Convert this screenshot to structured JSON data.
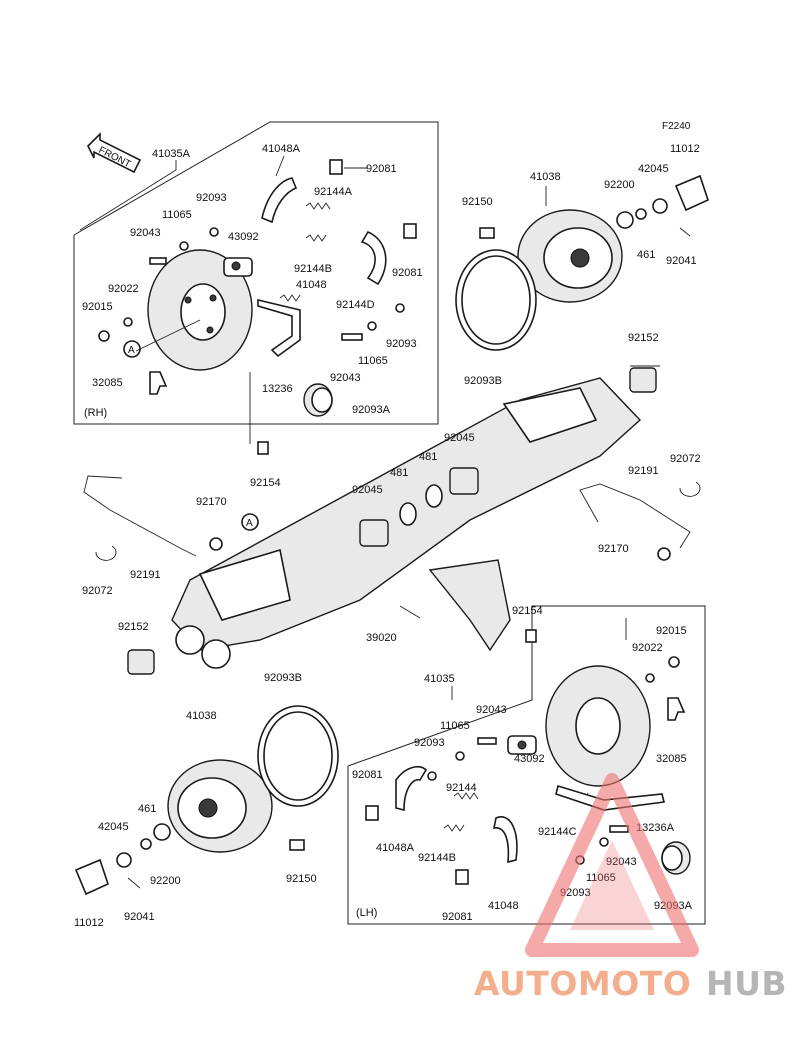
{
  "diagram_code": "F2240",
  "front_label": "FRONT",
  "rh_label": "(RH)",
  "lh_label": "(LH)",
  "ref_marker": "A",
  "labels": {
    "l41035A": "41035A",
    "l41048A_top": "41048A",
    "l92081_top1": "92081",
    "l92093_top": "92093",
    "l11065_top": "11065",
    "l92043_top": "92043",
    "l43092_top": "43092",
    "l92144A": "92144A",
    "l92144B_top": "92144B",
    "l92081_top2": "92081",
    "l41048_top": "41048",
    "l92144D": "92144D",
    "l92022_top": "92022",
    "l92015_top": "92015",
    "l92093_top2": "92093",
    "l11065_top2": "11065",
    "l92043_top2": "92043",
    "l32085_top": "32085",
    "l13236": "13236",
    "l92093A_top": "92093A",
    "l92154_top": "92154",
    "l41038_top": "41038",
    "l92150_top": "92150",
    "l92200_top": "92200",
    "l42045_top": "42045",
    "l11012_top": "11012",
    "l461_top": "461",
    "l92041_top": "92041",
    "l92093B_top": "92093B",
    "l92152_top": "92152",
    "l92045_a": "92045",
    "l481_a": "481",
    "l481_b": "481",
    "l92045_b": "92045",
    "l92191_right": "92191",
    "l92072_right": "92072",
    "l92170_left": "92170",
    "l92170_right": "92170",
    "l92191_left": "92191",
    "l92072_left": "92072",
    "l92152_left": "92152",
    "l39020": "39020",
    "l92154_bottom": "92154",
    "l92015_bottom": "92015",
    "l92022_bottom": "92022",
    "l32085_bottom": "32085",
    "l92093B_bottom": "92093B",
    "l41035": "41035",
    "l41038_bottom": "41038",
    "l92043_b": "92043",
    "l11065_b": "11065",
    "l92093_b": "92093",
    "l43092_b": "43092",
    "l92081_b1": "92081",
    "l92144": "92144",
    "l41048A_b": "41048A",
    "l92144C": "92144C",
    "l13236A": "13236A",
    "l92144B_b": "92144B",
    "l92043_b2": "92043",
    "l11065_b2": "11065",
    "l92093_b2": "92093",
    "l92093A_b": "92093A",
    "l41048_b": "41048",
    "l92081_b2": "92081",
    "l461_b": "461",
    "l42045_b": "42045",
    "l92200_b": "92200",
    "l92150_b": "92150",
    "l11012_b": "11012",
    "l92041_b": "92041"
  },
  "watermark": {
    "part1": "AUTOMOTO",
    "part2": "HUB",
    "color1": "#f2a27a",
    "color2": "#a9a9a9",
    "triangle_color": "#f07070"
  }
}
